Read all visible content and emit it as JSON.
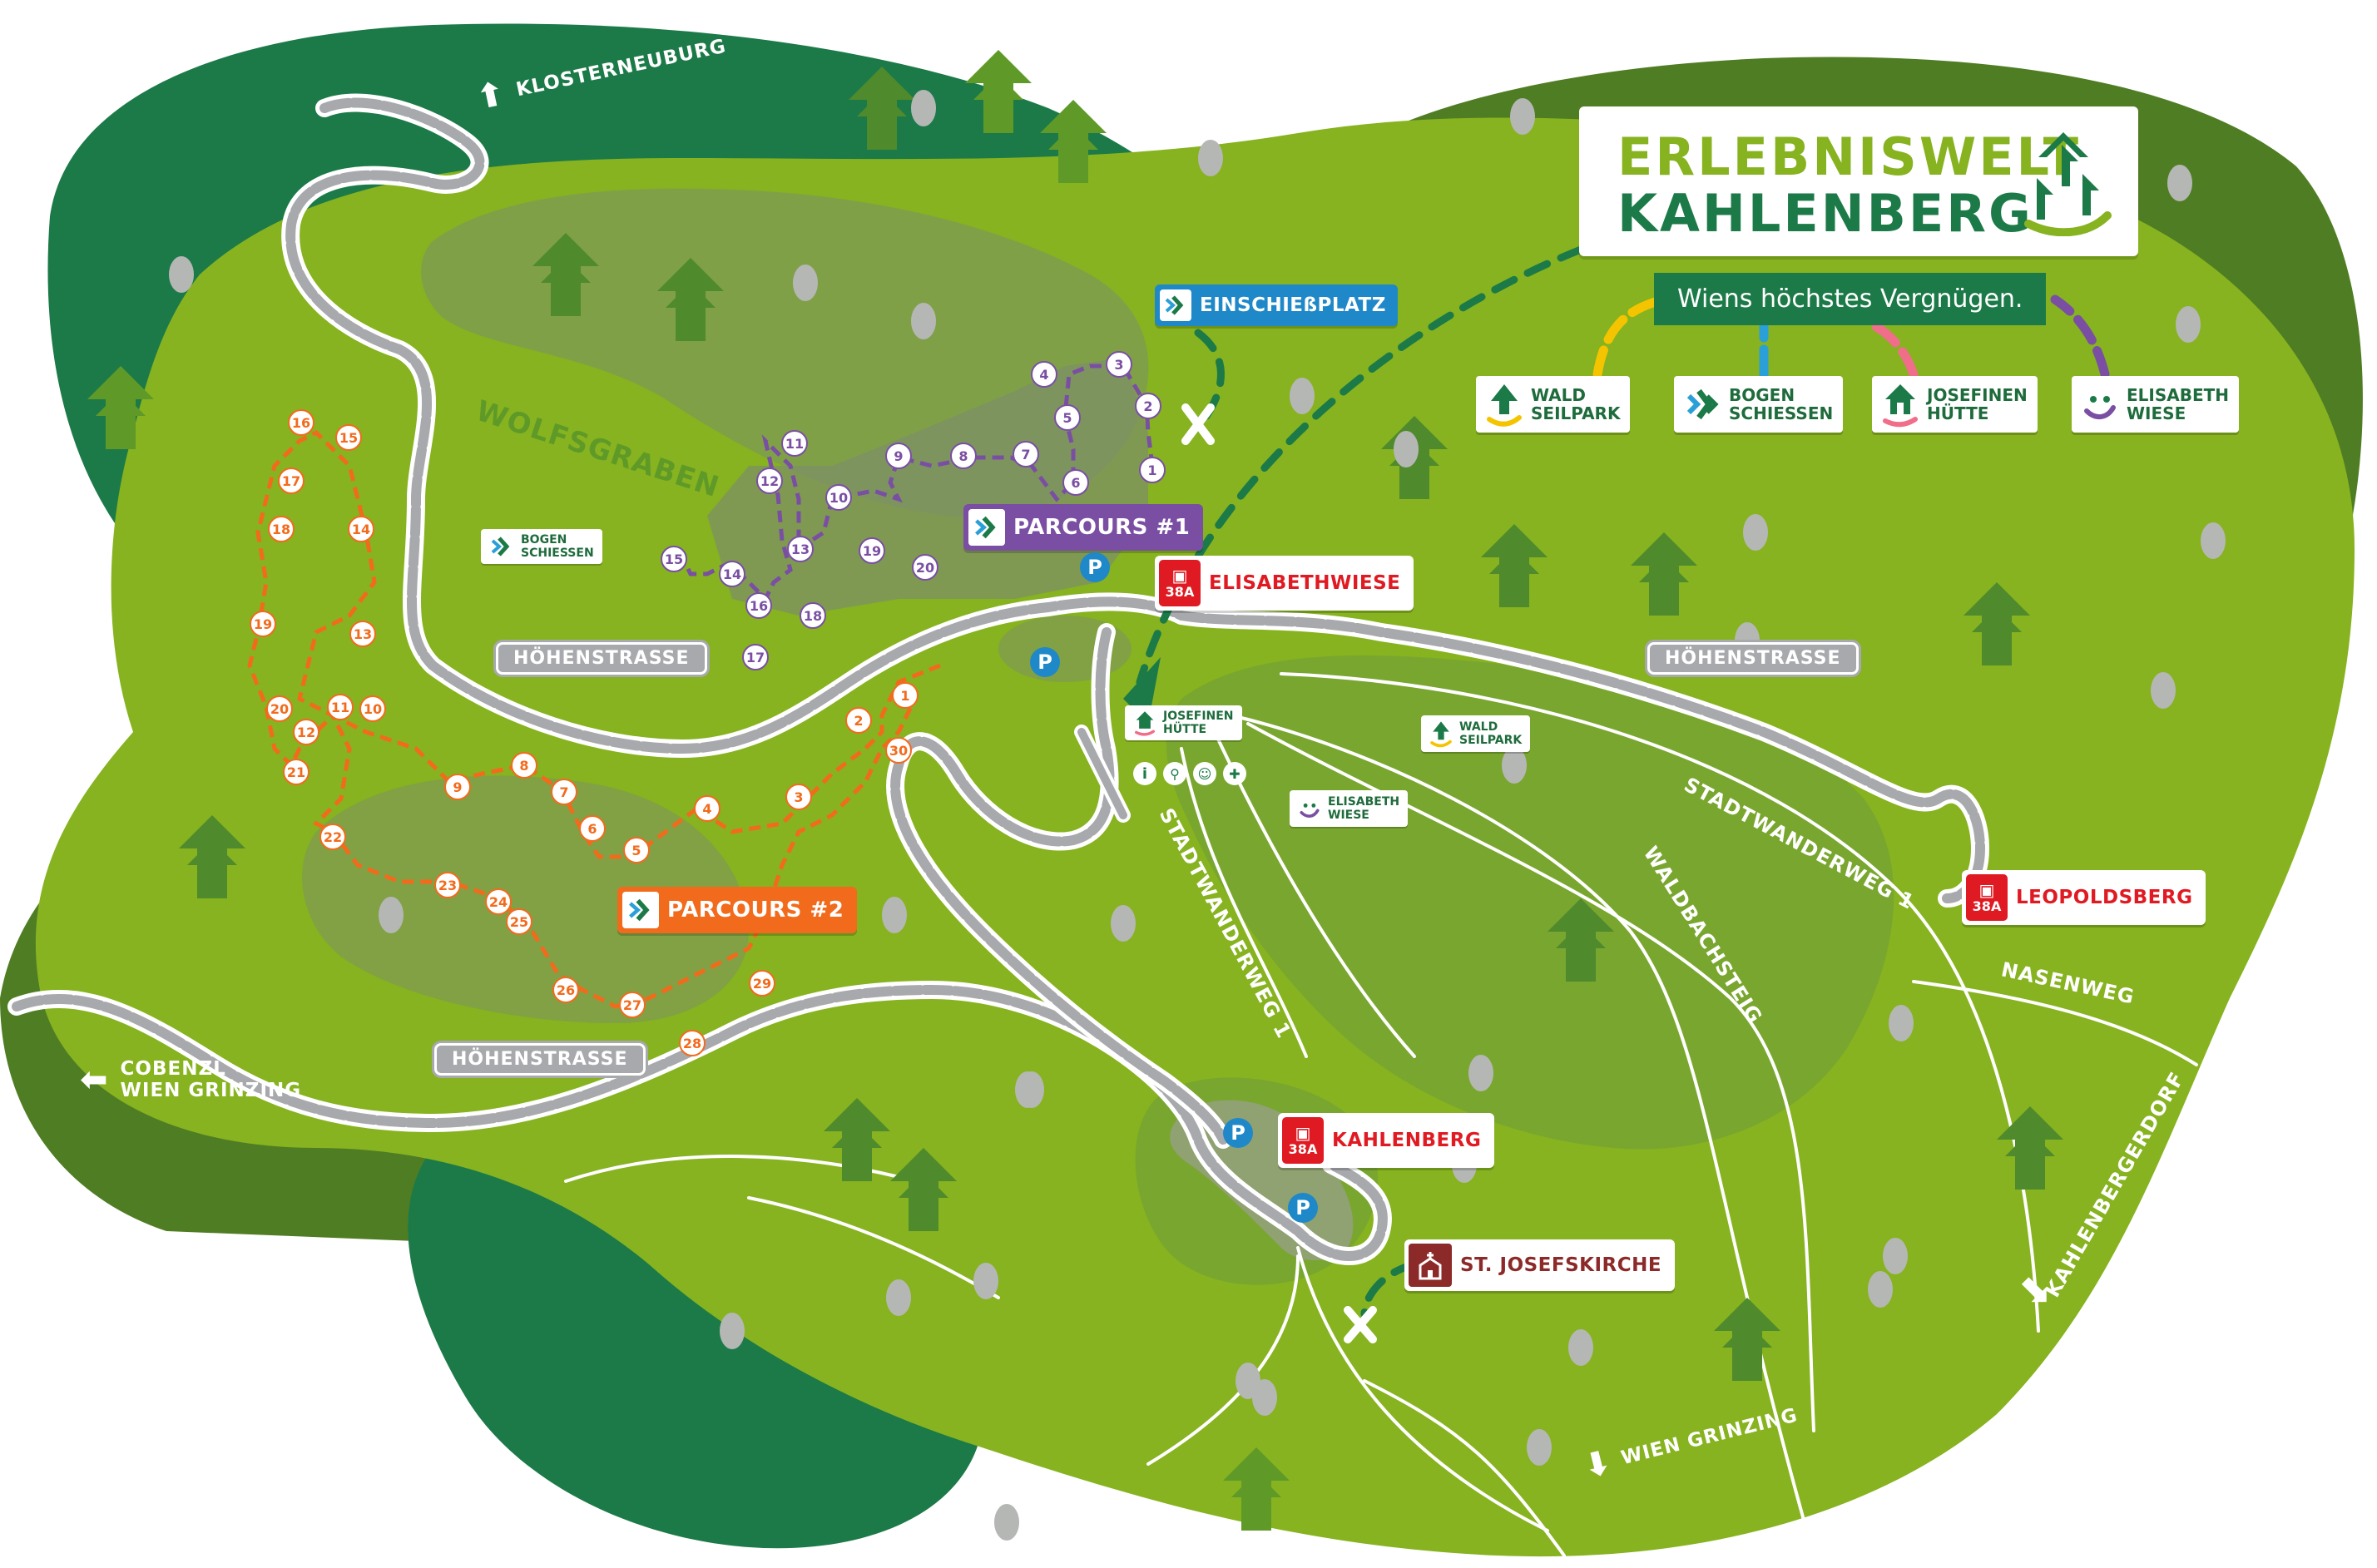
{
  "title": {
    "line1": "ERLEBNISWELT",
    "line2": "KAHLENBERG",
    "tagline": "Wiens höchstes Vergnügen."
  },
  "legend": [
    {
      "line1": "WALD",
      "line2": "SEILPARK",
      "icon": "wald-seilpark-icon",
      "color": "#f5c400"
    },
    {
      "line1": "BOGEN",
      "line2": "SCHIESSEN",
      "icon": "bogen-schiessen-icon",
      "color": "#2a9fd8"
    },
    {
      "line1": "JOSEFINEN",
      "line2": "HÜTTE",
      "icon": "josefinen-huette-icon",
      "color": "#f06e8a"
    },
    {
      "line1": "ELISABETH",
      "line2": "WIESE",
      "icon": "elisabeth-wiese-icon",
      "color": "#7a4fa3"
    }
  ],
  "places": {
    "einschiessplatz": "EINSCHIEßPLATZ",
    "parcours1": "PARCOURS #1",
    "parcours2": "PARCOURS #2",
    "elisabethwiese": "ELISABETHWIESE",
    "leopoldsberg": "LEOPOLDSBERG",
    "kahlenberg": "KAHLENBERG",
    "st_josefskirche": "ST. JOSEFSKIRCHE",
    "bus_line": "38A",
    "parking": "P"
  },
  "small_labels": {
    "bogen": {
      "line1": "BOGEN",
      "line2": "SCHIESSEN"
    },
    "josefinen": {
      "line1": "JOSEFINEN",
      "line2": "HÜTTE"
    },
    "wald": {
      "line1": "WALD",
      "line2": "SEILPARK"
    },
    "elisabeth": {
      "line1": "ELISABETH",
      "line2": "WIESE"
    }
  },
  "areas": {
    "wolfsgraben": "WOLFSGRABEN",
    "stadtwanderweg_a": "STADTWANDERWEG 1",
    "stadtwanderweg_b": "STADTWANDERWEG 1",
    "waldbachsteig": "WALDBACHSTEIG",
    "nasenweg": "NASENWEG",
    "kahlenbergerdorf": "KAHLENBERGERDORF",
    "wien_grinzing": "WIEN GRINZING"
  },
  "roads": [
    "HÖHENSTRASSE",
    "HÖHENSTRASSE",
    "HÖHENSTRASSE"
  ],
  "destinations": {
    "klosterneuburg": "KLOSTERNEUBURG",
    "cobenzl_line1": "COBENZL",
    "cobenzl_line2": "WIEN GRINZING"
  },
  "parcours1_stations": [
    "1",
    "2",
    "3",
    "4",
    "5",
    "6",
    "7",
    "8",
    "9",
    "10",
    "11",
    "12",
    "13",
    "14",
    "15",
    "16",
    "17",
    "18",
    "19",
    "20"
  ],
  "parcours2_stations": [
    "1",
    "2",
    "3",
    "4",
    "5",
    "6",
    "7",
    "8",
    "9",
    "10",
    "11",
    "12",
    "13",
    "14",
    "15",
    "16",
    "17",
    "18",
    "19",
    "20",
    "21",
    "22",
    "23",
    "24",
    "25",
    "26",
    "27",
    "28",
    "29",
    "30"
  ],
  "colors": {
    "forest_dark": "#1c7a48",
    "forest_olive": "#4f7d23",
    "meadow": "#86b31f",
    "meadow_light": "#93bf2a",
    "zone_gray": "#7c8f6a",
    "parcours1": "#7a4fa3",
    "parcours2": "#f26b1d",
    "accent_blue": "#1e88c8",
    "bus_red": "#e01a22",
    "road_gray": "#a7a9ac"
  }
}
